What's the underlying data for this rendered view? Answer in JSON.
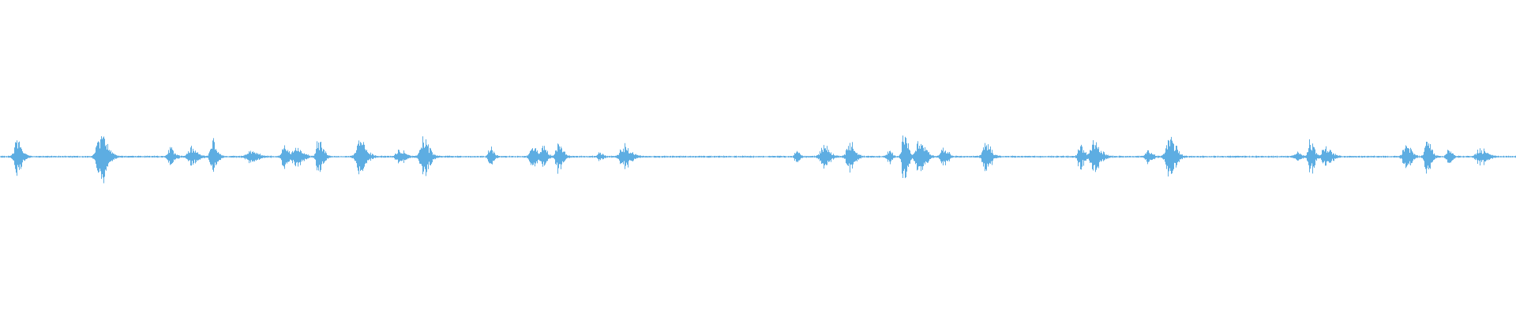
{
  "waveform": {
    "color": "#5dade2",
    "background": "#ffffff",
    "baseline_amplitude": 0.006,
    "bursts": [
      {
        "t": 0.011,
        "amp": 0.11,
        "w": 0.0035
      },
      {
        "t": 0.066,
        "amp": 0.16,
        "w": 0.0045
      },
      {
        "t": 0.112,
        "amp": 0.05,
        "w": 0.003
      },
      {
        "t": 0.126,
        "amp": 0.06,
        "w": 0.004
      },
      {
        "t": 0.14,
        "amp": 0.11,
        "w": 0.003
      },
      {
        "t": 0.165,
        "amp": 0.04,
        "w": 0.005
      },
      {
        "t": 0.187,
        "amp": 0.08,
        "w": 0.0025
      },
      {
        "t": 0.195,
        "amp": 0.07,
        "w": 0.004
      },
      {
        "t": 0.21,
        "amp": 0.12,
        "w": 0.003
      },
      {
        "t": 0.237,
        "amp": 0.1,
        "w": 0.0045
      },
      {
        "t": 0.263,
        "amp": 0.05,
        "w": 0.0035
      },
      {
        "t": 0.279,
        "amp": 0.12,
        "w": 0.004
      },
      {
        "t": 0.323,
        "amp": 0.06,
        "w": 0.0025
      },
      {
        "t": 0.351,
        "amp": 0.08,
        "w": 0.003
      },
      {
        "t": 0.358,
        "amp": 0.07,
        "w": 0.0025
      },
      {
        "t": 0.368,
        "amp": 0.1,
        "w": 0.003
      },
      {
        "t": 0.395,
        "amp": 0.03,
        "w": 0.002
      },
      {
        "t": 0.411,
        "amp": 0.08,
        "w": 0.0045
      },
      {
        "t": 0.525,
        "amp": 0.04,
        "w": 0.002
      },
      {
        "t": 0.543,
        "amp": 0.07,
        "w": 0.004
      },
      {
        "t": 0.56,
        "amp": 0.1,
        "w": 0.0035
      },
      {
        "t": 0.586,
        "amp": 0.05,
        "w": 0.002
      },
      {
        "t": 0.596,
        "amp": 0.18,
        "w": 0.0025
      },
      {
        "t": 0.606,
        "amp": 0.12,
        "w": 0.004
      },
      {
        "t": 0.622,
        "amp": 0.06,
        "w": 0.003
      },
      {
        "t": 0.65,
        "amp": 0.1,
        "w": 0.0035
      },
      {
        "t": 0.712,
        "amp": 0.09,
        "w": 0.0025
      },
      {
        "t": 0.721,
        "amp": 0.1,
        "w": 0.0045
      },
      {
        "t": 0.757,
        "amp": 0.04,
        "w": 0.003
      },
      {
        "t": 0.771,
        "amp": 0.15,
        "w": 0.004
      },
      {
        "t": 0.855,
        "amp": 0.03,
        "w": 0.0025
      },
      {
        "t": 0.864,
        "amp": 0.13,
        "w": 0.0025
      },
      {
        "t": 0.874,
        "amp": 0.07,
        "w": 0.004
      },
      {
        "t": 0.927,
        "amp": 0.09,
        "w": 0.0035
      },
      {
        "t": 0.941,
        "amp": 0.11,
        "w": 0.003
      },
      {
        "t": 0.955,
        "amp": 0.04,
        "w": 0.0025
      },
      {
        "t": 0.976,
        "amp": 0.05,
        "w": 0.0045
      }
    ]
  }
}
